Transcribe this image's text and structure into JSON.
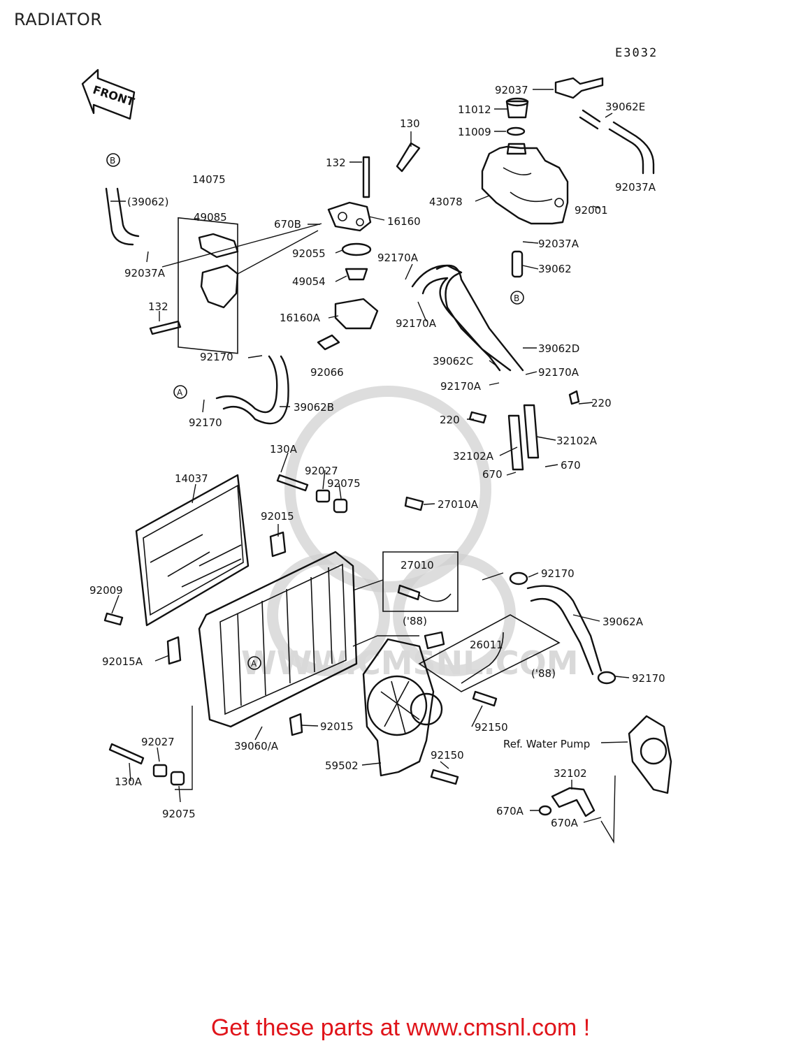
{
  "page_title": "RADIATOR",
  "diagram_code": "E3032",
  "front_arrow_text": "FRONT",
  "watermark_text": "WWW.CMSNL.COM",
  "reference_label": "Ref. Water Pump",
  "year_notes": [
    "('88)",
    "('88)"
  ],
  "circle_markers": [
    "B",
    "B",
    "A",
    "A"
  ],
  "part_labels": [
    "92037",
    "11012",
    "11009",
    "39062E",
    "130",
    "132",
    "14075",
    "49085",
    "(39062)",
    "92037A",
    "670B",
    "16160",
    "92055",
    "43078",
    "92001",
    "92037A",
    "92037A",
    "92170A",
    "49054",
    "39062",
    "132",
    "16160A",
    "92170A",
    "92170",
    "92066",
    "39062C",
    "39062D",
    "92170A",
    "92170A",
    "92170",
    "39062B",
    "220",
    "220",
    "32102A",
    "32102A",
    "670",
    "670",
    "130A",
    "14037",
    "92027",
    "92075",
    "27010A",
    "92015",
    "27010",
    "92170",
    "92009",
    "39062A",
    "92015A",
    "26011",
    "92170",
    "92150",
    "92015",
    "39060/A",
    "92027",
    "59502",
    "92150",
    "130A",
    "32102",
    "92075",
    "670A",
    "670A"
  ],
  "footer": {
    "text": "Get these parts at www.cmsnl.com !"
  },
  "colors": {
    "footer_text": "#e0141a",
    "line_art": "#111111",
    "watermark": "#cfcfcf"
  }
}
